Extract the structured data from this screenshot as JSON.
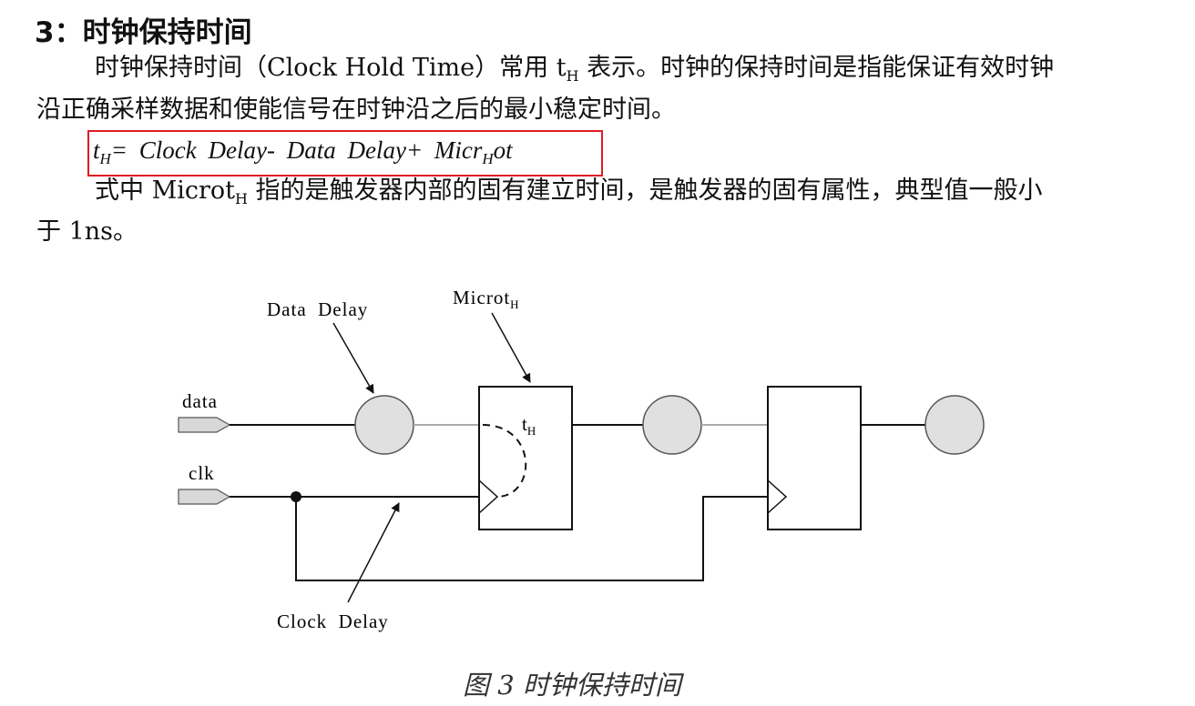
{
  "heading": "3：时钟保持时间",
  "paragraph1": {
    "before": "时钟保持时间（Clock Hold Time）常用 t",
    "sub": "H",
    "after": " 表示。时钟的保持时间是指能保证有效时钟",
    "line2": "沿正确采样数据和使能信号在时钟沿之后的最小稳定时间。"
  },
  "formula": {
    "t": "t",
    "t_sub": "H",
    "body": "= Clock Delay- Data Delay+ Micr",
    "sub": "H",
    "tail": "ot",
    "highlight_color": "#e01b24"
  },
  "paragraph2": {
    "before": "式中 Microt",
    "sub": "H",
    "after": " 指的是触发器内部的固有建立时间，是触发器的固有属性，典型值一般小",
    "line2": "于 1ns。"
  },
  "diagram": {
    "label_data": "data",
    "label_clk": "clk",
    "label_data_delay": "Data  Delay",
    "label_microt": "Microt",
    "label_microt_sub": "H",
    "label_th": "t",
    "label_th_sub": "H",
    "label_clock_delay": "Clock  Delay"
  },
  "caption": "图 3    时钟保持时间"
}
